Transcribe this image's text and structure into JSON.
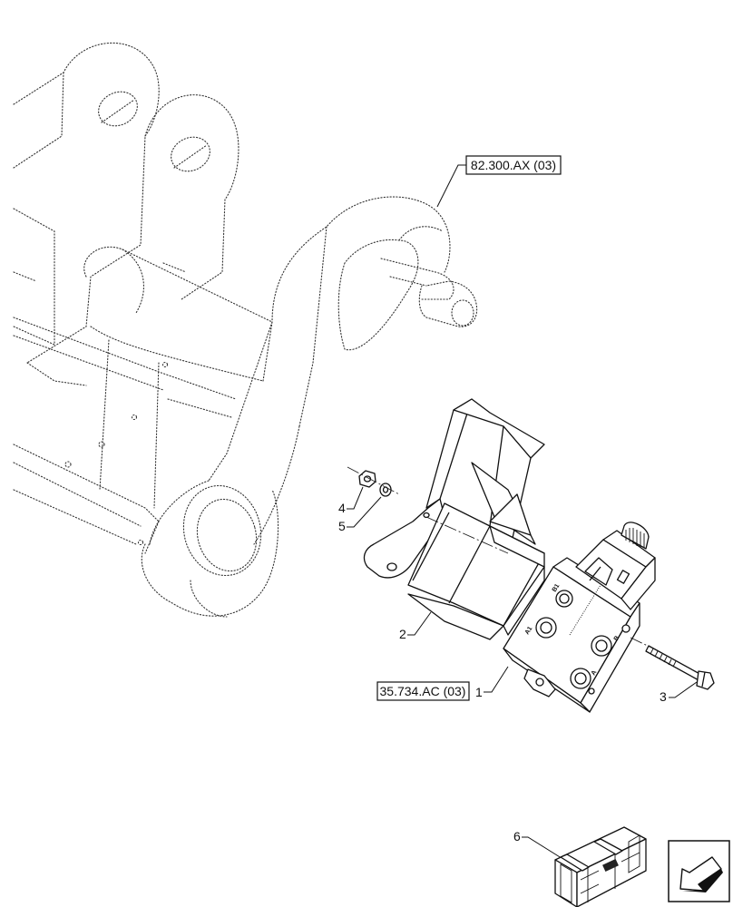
{
  "references": {
    "top": "82.300.AX (03)",
    "bottom": "35.734.AC (03)"
  },
  "callouts": {
    "c1": "1",
    "c2": "2",
    "c3": "3",
    "c4": "4",
    "c5": "5",
    "c6": "6"
  },
  "valve_markings": {
    "a1": "A1",
    "b1": "B1",
    "a": "A",
    "b": "B"
  },
  "icons": {
    "kit": "kit-box-icon",
    "orientation": "orientation-arrow-icon"
  }
}
